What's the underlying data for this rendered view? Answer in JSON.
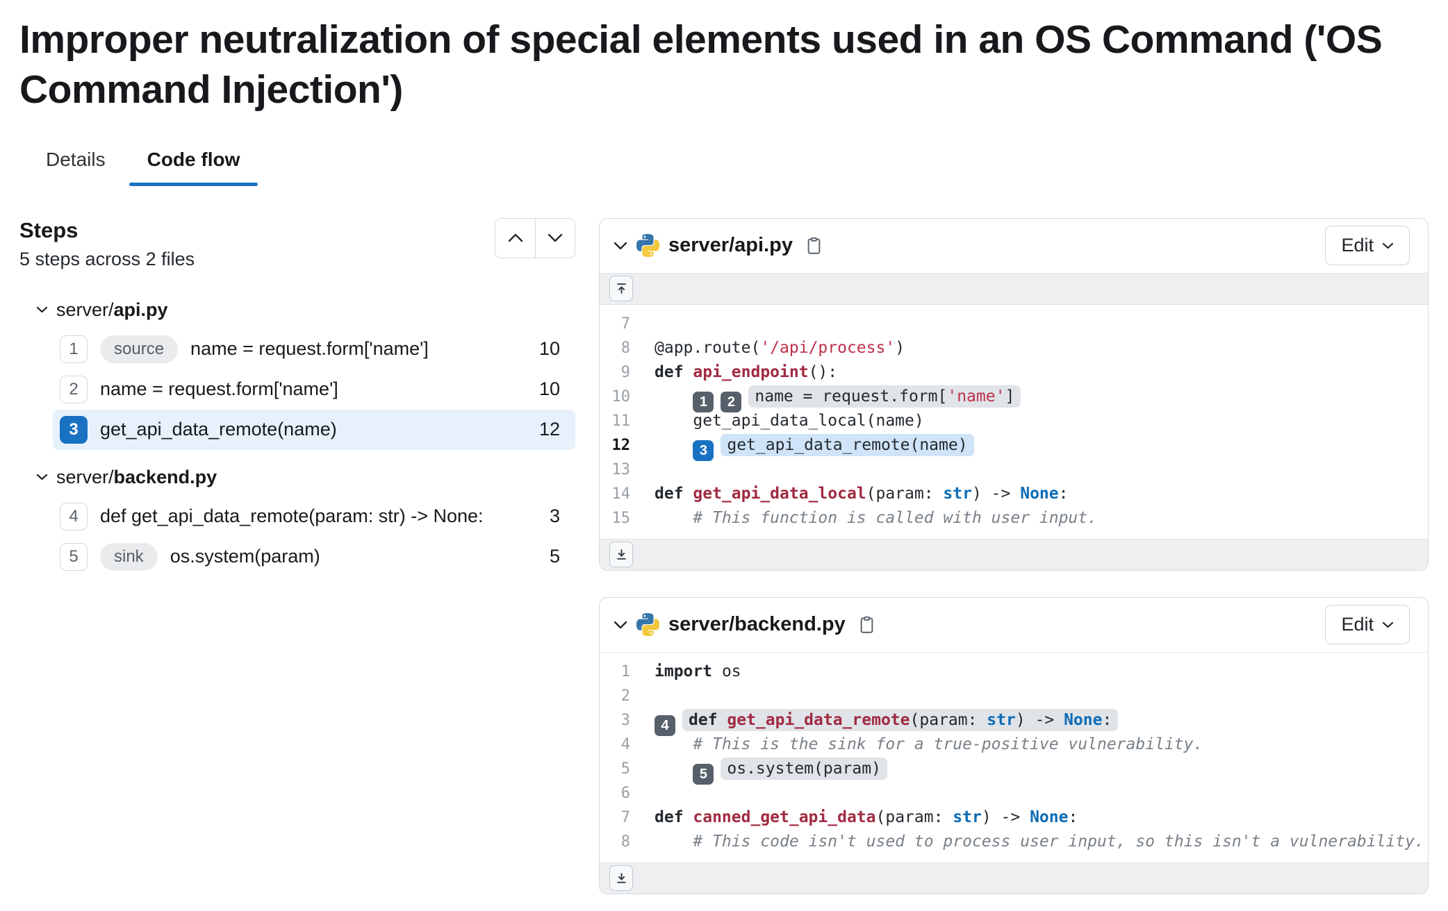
{
  "colors": {
    "accent": "#1971c2",
    "selected_row": "#e7f1fb",
    "highlight_gray": "#e0e4e8",
    "highlight_blue": "#cfe4f8",
    "badge_dark": "#57606a"
  },
  "page": {
    "title": "Improper neutralization of special elements used in an OS Command ('OS Command Injection')"
  },
  "tabs": [
    {
      "label": "Details",
      "active": false
    },
    {
      "label": "Code flow",
      "active": true
    }
  ],
  "icons": {
    "collapse": "chevron-down-icon",
    "step_up": "chevron-up-icon",
    "step_down": "chevron-down-icon",
    "language": "python-icon",
    "copy": "copy-icon",
    "edit_caret": "chevron-down-icon",
    "scroll_top": "scroll-to-top-icon",
    "scroll_bottom": "scroll-to-bottom-icon"
  },
  "token_classes": {
    "p": "plain",
    "k": "keyword",
    "f": "function-name",
    "s": "string",
    "t": "type",
    "c": "comment"
  },
  "steps_panel": {
    "heading": "Steps",
    "subheading": "5 steps across 2 files",
    "groups": [
      {
        "dir": "server/",
        "file": "api.py",
        "steps": [
          {
            "badge": "1",
            "tag": "source",
            "text": "name = request.form['name']",
            "line": "10",
            "selected": false
          },
          {
            "badge": "2",
            "tag": null,
            "text": "name = request.form['name']",
            "line": "10",
            "selected": false
          },
          {
            "badge": "3",
            "tag": null,
            "text": "get_api_data_remote(name)",
            "line": "12",
            "selected": true
          }
        ]
      },
      {
        "dir": "server/",
        "file": "backend.py",
        "steps": [
          {
            "badge": "4",
            "tag": null,
            "text": "def get_api_data_remote(param: str) -> None:",
            "line": "3",
            "selected": false
          },
          {
            "badge": "5",
            "tag": "sink",
            "text": "os.system(param)",
            "line": "5",
            "selected": false
          }
        ]
      }
    ]
  },
  "cards": [
    {
      "dir": "server/",
      "file": "api.py",
      "edit_label": "Edit",
      "scroll_top": true,
      "scroll_bottom": true,
      "lines": [
        {
          "num": "7",
          "parts": []
        },
        {
          "num": "8",
          "parts": [
            {
              "type": "text",
              "tokens": [
                {
                  "t": "@app.route(",
                  "c": "p"
                },
                {
                  "t": "'/api/process'",
                  "c": "s"
                },
                {
                  "t": ")",
                  "c": "p"
                }
              ]
            }
          ]
        },
        {
          "num": "9",
          "parts": [
            {
              "type": "text",
              "tokens": [
                {
                  "t": "def ",
                  "c": "k"
                },
                {
                  "t": "api_endpoint",
                  "c": "f"
                },
                {
                  "t": "():",
                  "c": "p"
                }
              ]
            }
          ]
        },
        {
          "num": "10",
          "parts": [
            {
              "type": "text",
              "tokens": [
                {
                  "t": "    ",
                  "c": "p"
                }
              ]
            },
            {
              "type": "badge",
              "n": "1",
              "color": "dark"
            },
            {
              "type": "badge",
              "n": "2",
              "color": "dark"
            },
            {
              "type": "hl",
              "color": "gray",
              "tokens": [
                {
                  "t": "name = request.form[",
                  "c": "p"
                },
                {
                  "t": "'name'",
                  "c": "s"
                },
                {
                  "t": "]",
                  "c": "p"
                }
              ]
            }
          ]
        },
        {
          "num": "11",
          "parts": [
            {
              "type": "text",
              "tokens": [
                {
                  "t": "    get_api_data_local(name)",
                  "c": "p"
                }
              ]
            }
          ]
        },
        {
          "num": "12",
          "selected": true,
          "parts": [
            {
              "type": "text",
              "tokens": [
                {
                  "t": "    ",
                  "c": "p"
                }
              ]
            },
            {
              "type": "badge",
              "n": "3",
              "color": "blue"
            },
            {
              "type": "hl",
              "color": "blue",
              "tokens": [
                {
                  "t": "get_api_data_remote(name)",
                  "c": "p"
                }
              ]
            }
          ]
        },
        {
          "num": "13",
          "parts": []
        },
        {
          "num": "14",
          "parts": [
            {
              "type": "text",
              "tokens": [
                {
                  "t": "def ",
                  "c": "k"
                },
                {
                  "t": "get_api_data_local",
                  "c": "f"
                },
                {
                  "t": "(param: ",
                  "c": "p"
                },
                {
                  "t": "str",
                  "c": "t"
                },
                {
                  "t": ") -> ",
                  "c": "p"
                },
                {
                  "t": "None",
                  "c": "t"
                },
                {
                  "t": ":",
                  "c": "p"
                }
              ]
            }
          ]
        },
        {
          "num": "15",
          "parts": [
            {
              "type": "text",
              "tokens": [
                {
                  "t": "    ",
                  "c": "p"
                },
                {
                  "t": "# This function is called with user input.",
                  "c": "c"
                }
              ]
            }
          ]
        }
      ]
    },
    {
      "dir": "server/",
      "file": "backend.py",
      "edit_label": "Edit",
      "scroll_top": false,
      "scroll_bottom": true,
      "lines": [
        {
          "num": "1",
          "parts": [
            {
              "type": "text",
              "tokens": [
                {
                  "t": "import ",
                  "c": "k"
                },
                {
                  "t": "os",
                  "c": "p"
                }
              ]
            }
          ]
        },
        {
          "num": "2",
          "parts": []
        },
        {
          "num": "3",
          "parts": [
            {
              "type": "badge",
              "n": "4",
              "color": "dark"
            },
            {
              "type": "hl",
              "color": "gray",
              "tokens": [
                {
                  "t": "def ",
                  "c": "k"
                },
                {
                  "t": "get_api_data_remote",
                  "c": "f"
                },
                {
                  "t": "(param: ",
                  "c": "p"
                },
                {
                  "t": "str",
                  "c": "t"
                },
                {
                  "t": ") -> ",
                  "c": "p"
                },
                {
                  "t": "None",
                  "c": "t"
                },
                {
                  "t": ":",
                  "c": "p"
                }
              ]
            }
          ]
        },
        {
          "num": "4",
          "parts": [
            {
              "type": "text",
              "tokens": [
                {
                  "t": "    ",
                  "c": "p"
                },
                {
                  "t": "# This is the sink for a true-positive vulnerability.",
                  "c": "c"
                }
              ]
            }
          ]
        },
        {
          "num": "5",
          "parts": [
            {
              "type": "text",
              "tokens": [
                {
                  "t": "    ",
                  "c": "p"
                }
              ]
            },
            {
              "type": "badge",
              "n": "5",
              "color": "dark"
            },
            {
              "type": "hl",
              "color": "gray",
              "tokens": [
                {
                  "t": "os.system(param)",
                  "c": "p"
                }
              ]
            }
          ]
        },
        {
          "num": "6",
          "parts": []
        },
        {
          "num": "7",
          "parts": [
            {
              "type": "text",
              "tokens": [
                {
                  "t": "def ",
                  "c": "k"
                },
                {
                  "t": "canned_get_api_data",
                  "c": "f"
                },
                {
                  "t": "(param: ",
                  "c": "p"
                },
                {
                  "t": "str",
                  "c": "t"
                },
                {
                  "t": ") -> ",
                  "c": "p"
                },
                {
                  "t": "None",
                  "c": "t"
                },
                {
                  "t": ":",
                  "c": "p"
                }
              ]
            }
          ]
        },
        {
          "num": "8",
          "parts": [
            {
              "type": "text",
              "tokens": [
                {
                  "t": "    ",
                  "c": "p"
                },
                {
                  "t": "# This code isn't used to process user input, so this isn't a vulnerability.",
                  "c": "c"
                }
              ]
            }
          ]
        }
      ]
    }
  ]
}
